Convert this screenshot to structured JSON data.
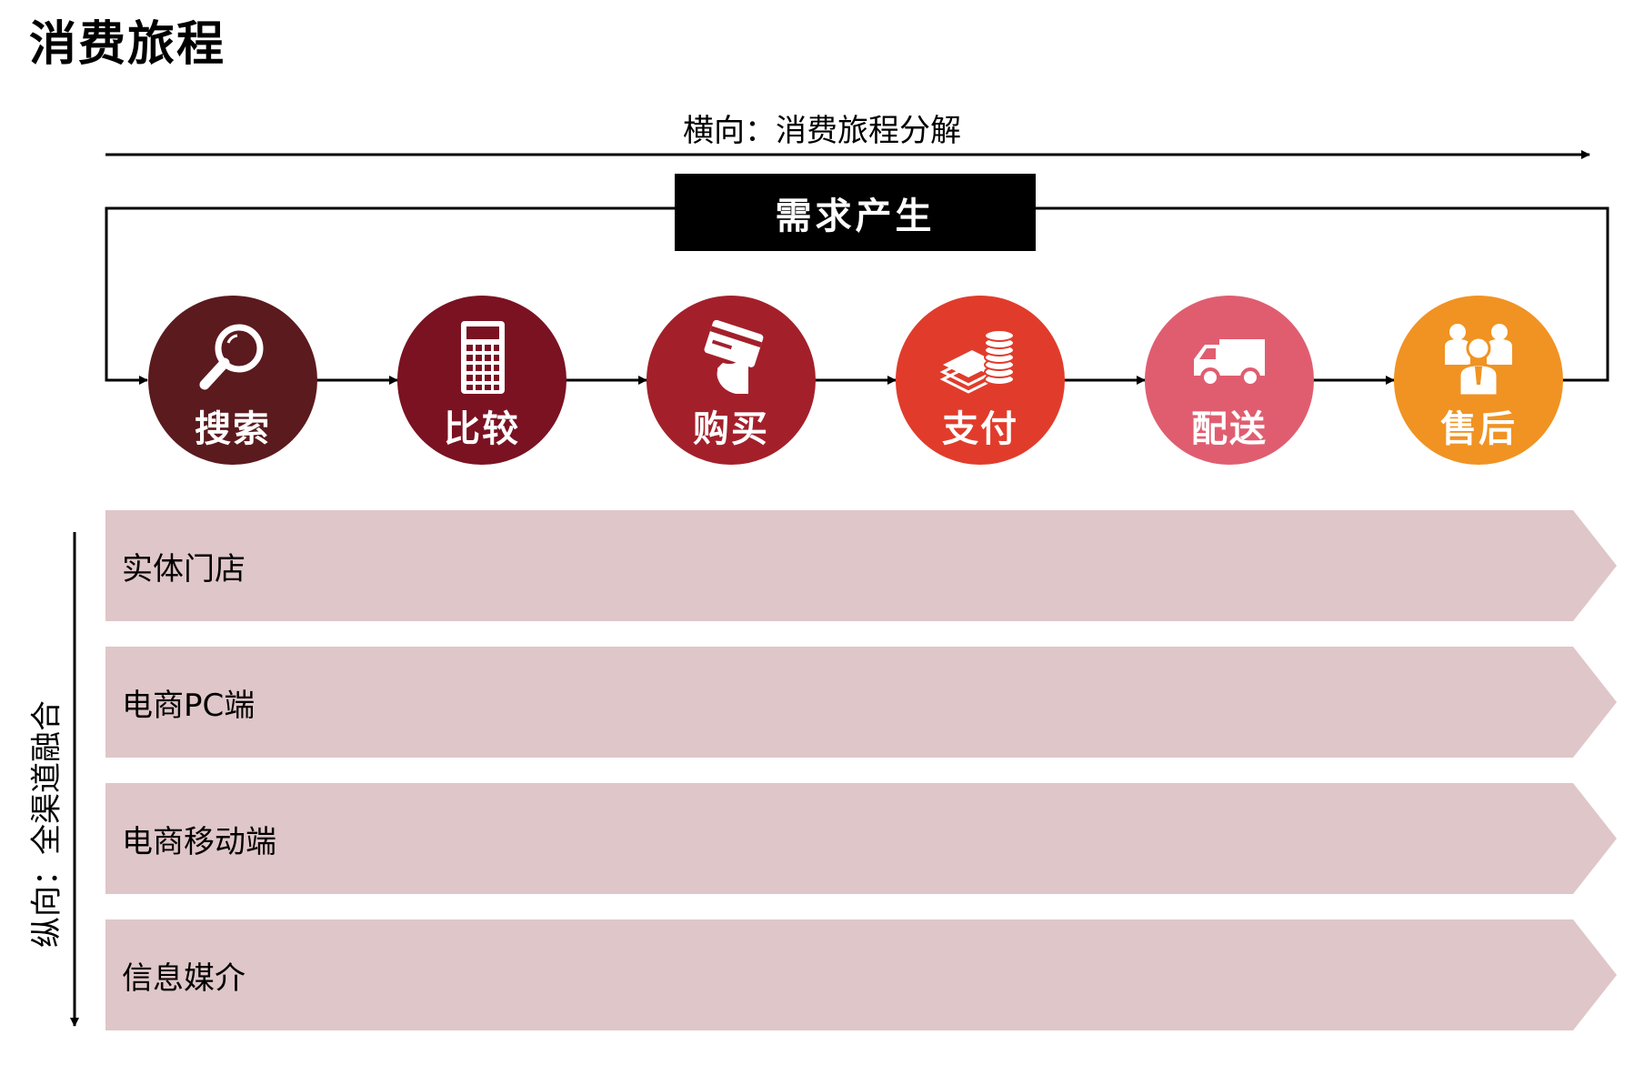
{
  "title": "消费旅程",
  "horizontal_label": "横向：消费旅程分解",
  "demand_label": "需求产生",
  "steps": [
    {
      "label": "搜索",
      "icon": "magnifier-icon",
      "color": "#5b1a1e"
    },
    {
      "label": "比较",
      "icon": "calculator-icon",
      "color": "#7a1222"
    },
    {
      "label": "购买",
      "icon": "card-in-hand-icon",
      "color": "#a3202b"
    },
    {
      "label": "支付",
      "icon": "money-coins-icon",
      "color": "#e13c2b"
    },
    {
      "label": "配送",
      "icon": "van-icon",
      "color": "#e05d70"
    },
    {
      "label": "售后",
      "icon": "people-group-icon",
      "color": "#f09322"
    }
  ],
  "vertical_label": "纵向：全渠道融合",
  "channels": [
    "实体门店",
    "电商PC端",
    "电商移动端",
    "信息媒介"
  ],
  "colors": {
    "channel_fill": "#dfc6c9",
    "line": "#000000"
  }
}
